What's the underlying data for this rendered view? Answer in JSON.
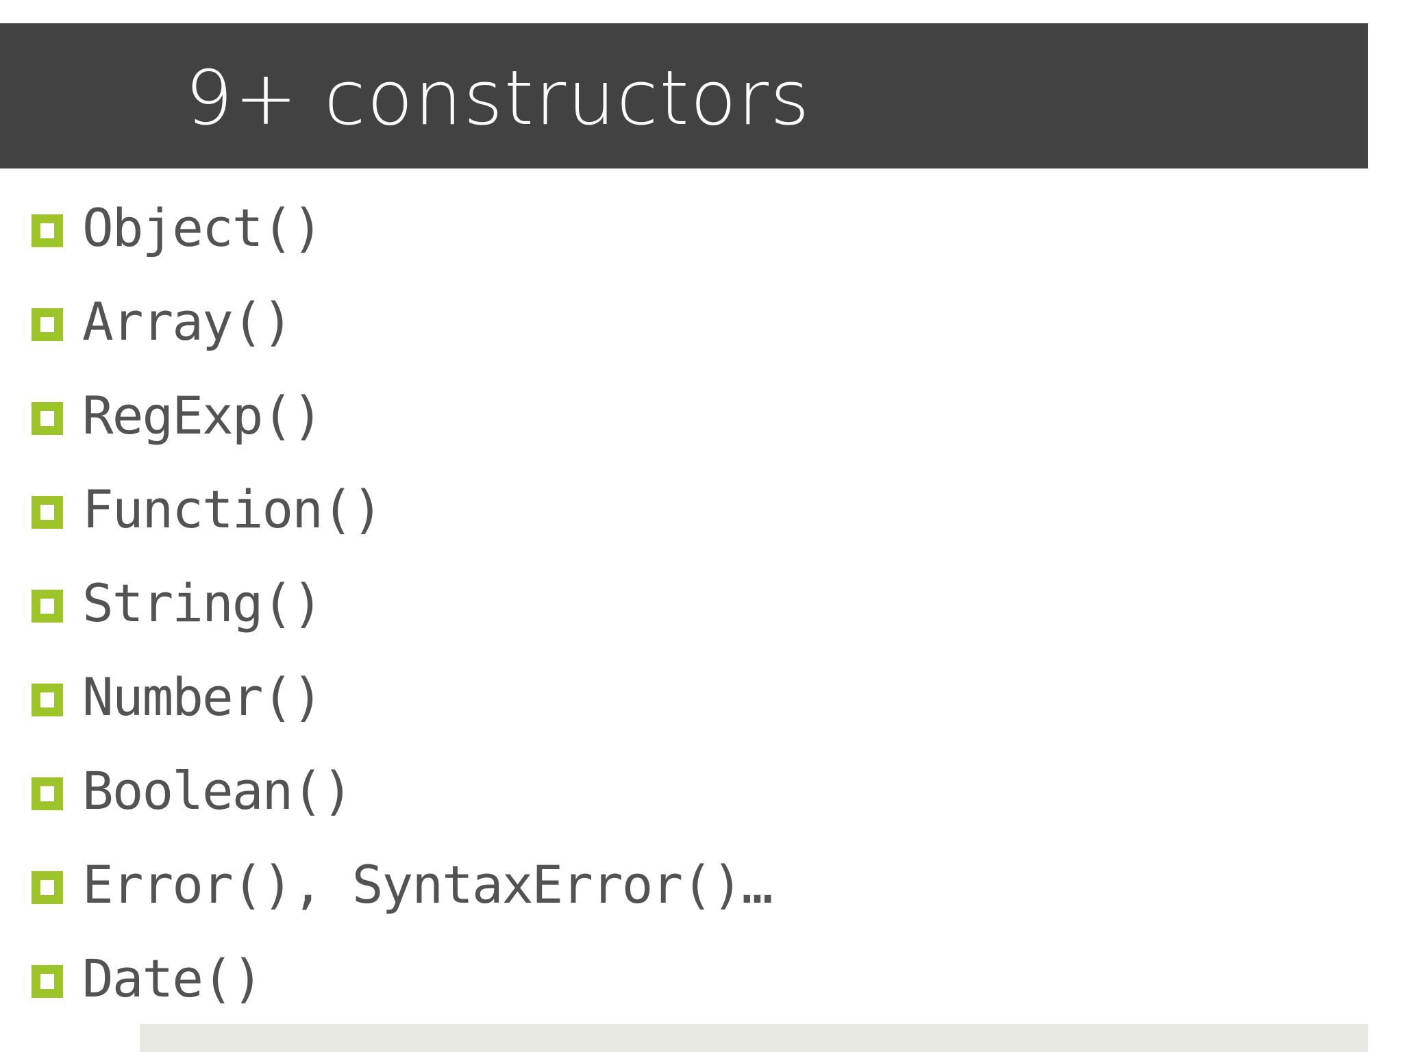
{
  "title": "9+ constructors",
  "items": [
    {
      "label": "Object()"
    },
    {
      "label": "Array()"
    },
    {
      "label": "RegExp()"
    },
    {
      "label": "Function()"
    },
    {
      "label": "String()"
    },
    {
      "label": "Number()"
    },
    {
      "label": "Boolean()"
    },
    {
      "label": "Error(), SyntaxError()…"
    },
    {
      "label": "Date()"
    }
  ],
  "colors": {
    "title_bar_background": "#424242",
    "title_text": "#FBFBFB",
    "bullet_green": "#9DC428",
    "list_text": "#535353",
    "bottom_strip": "#E9E9E4",
    "page_background": "#FFFFFF"
  }
}
